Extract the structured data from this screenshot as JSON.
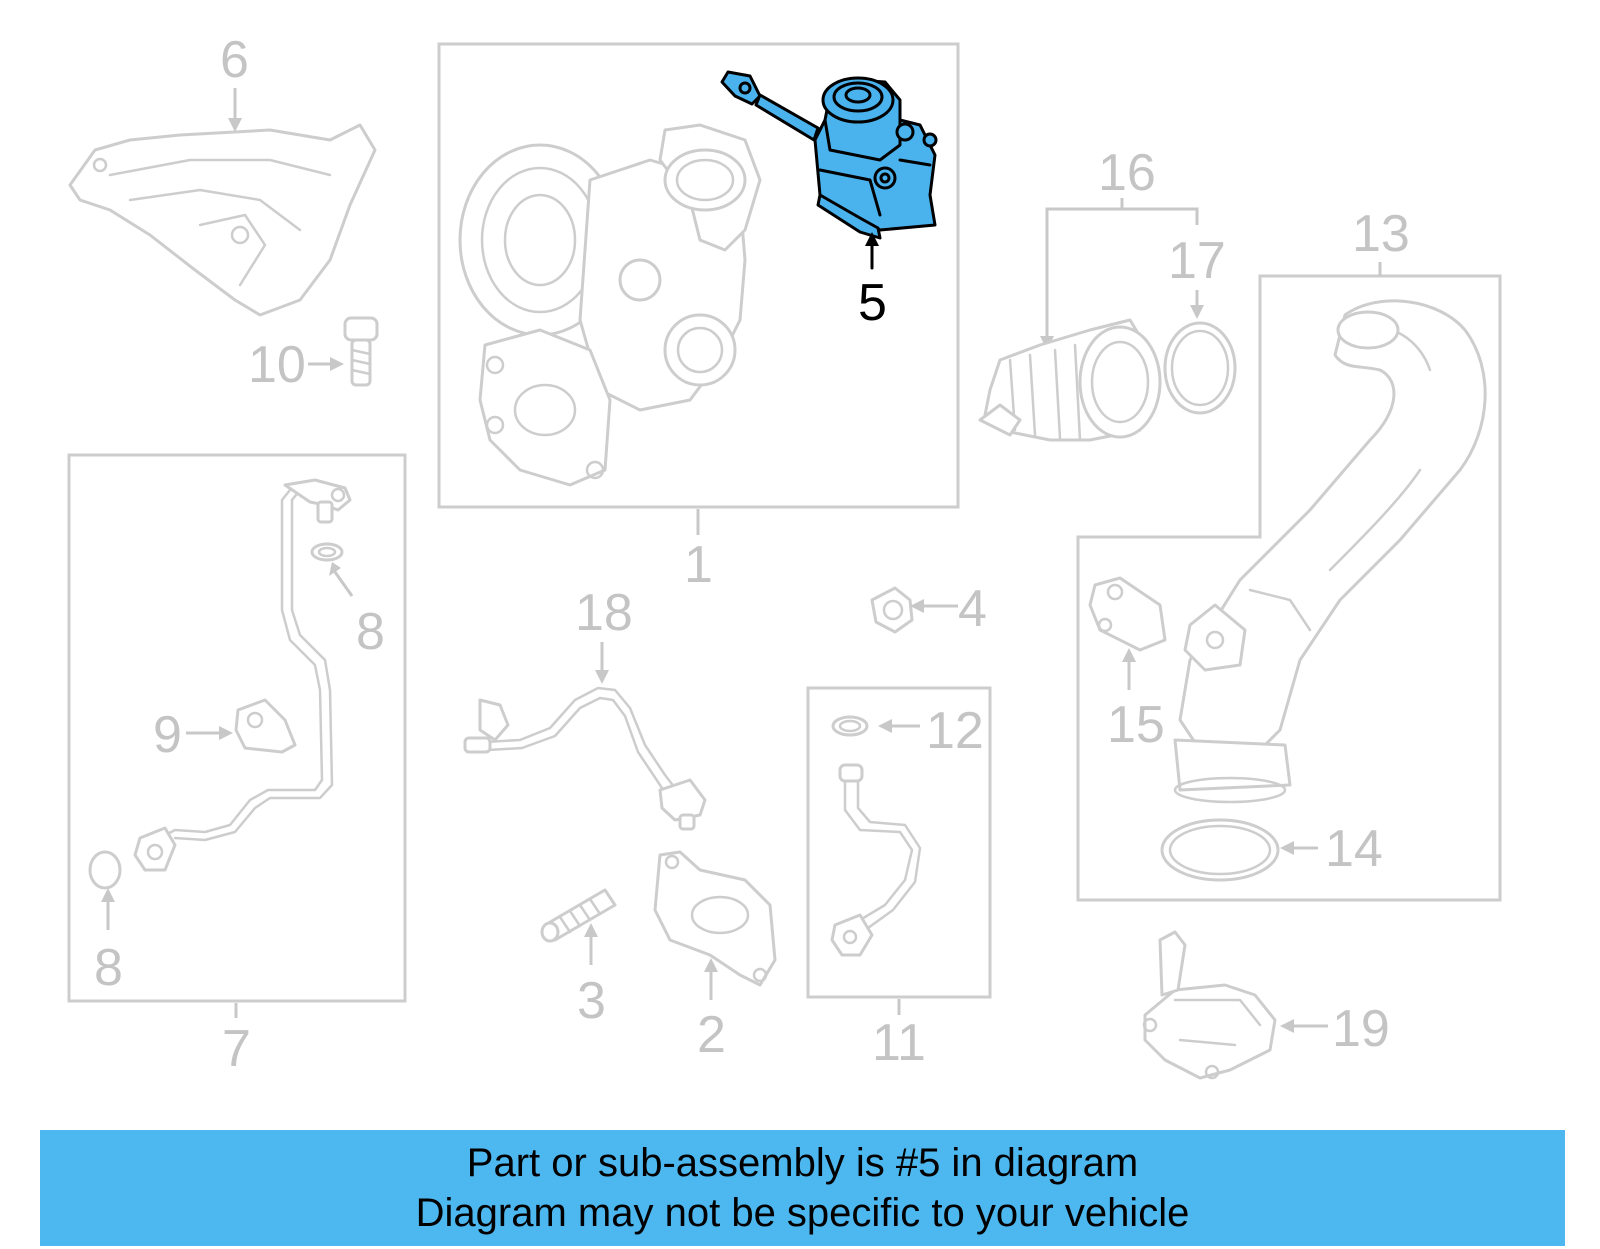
{
  "callouts": {
    "c1": "1",
    "c2": "2",
    "c3": "3",
    "c4": "4",
    "c5": "5",
    "c6": "6",
    "c7": "7",
    "c8a": "8",
    "c8b": "8",
    "c9": "9",
    "c10": "10",
    "c11": "11",
    "c12": "12",
    "c13": "13",
    "c14": "14",
    "c15": "15",
    "c16": "16",
    "c17": "17",
    "c18": "18",
    "c19": "19"
  },
  "banner": {
    "line1": "Part or sub-assembly is #5 in diagram",
    "line2": "Diagram may not be specific to your vehicle"
  },
  "colors": {
    "highlight": "#4ab3ee",
    "banner": "#4db7ef",
    "ghost": "#cdcdcd"
  }
}
